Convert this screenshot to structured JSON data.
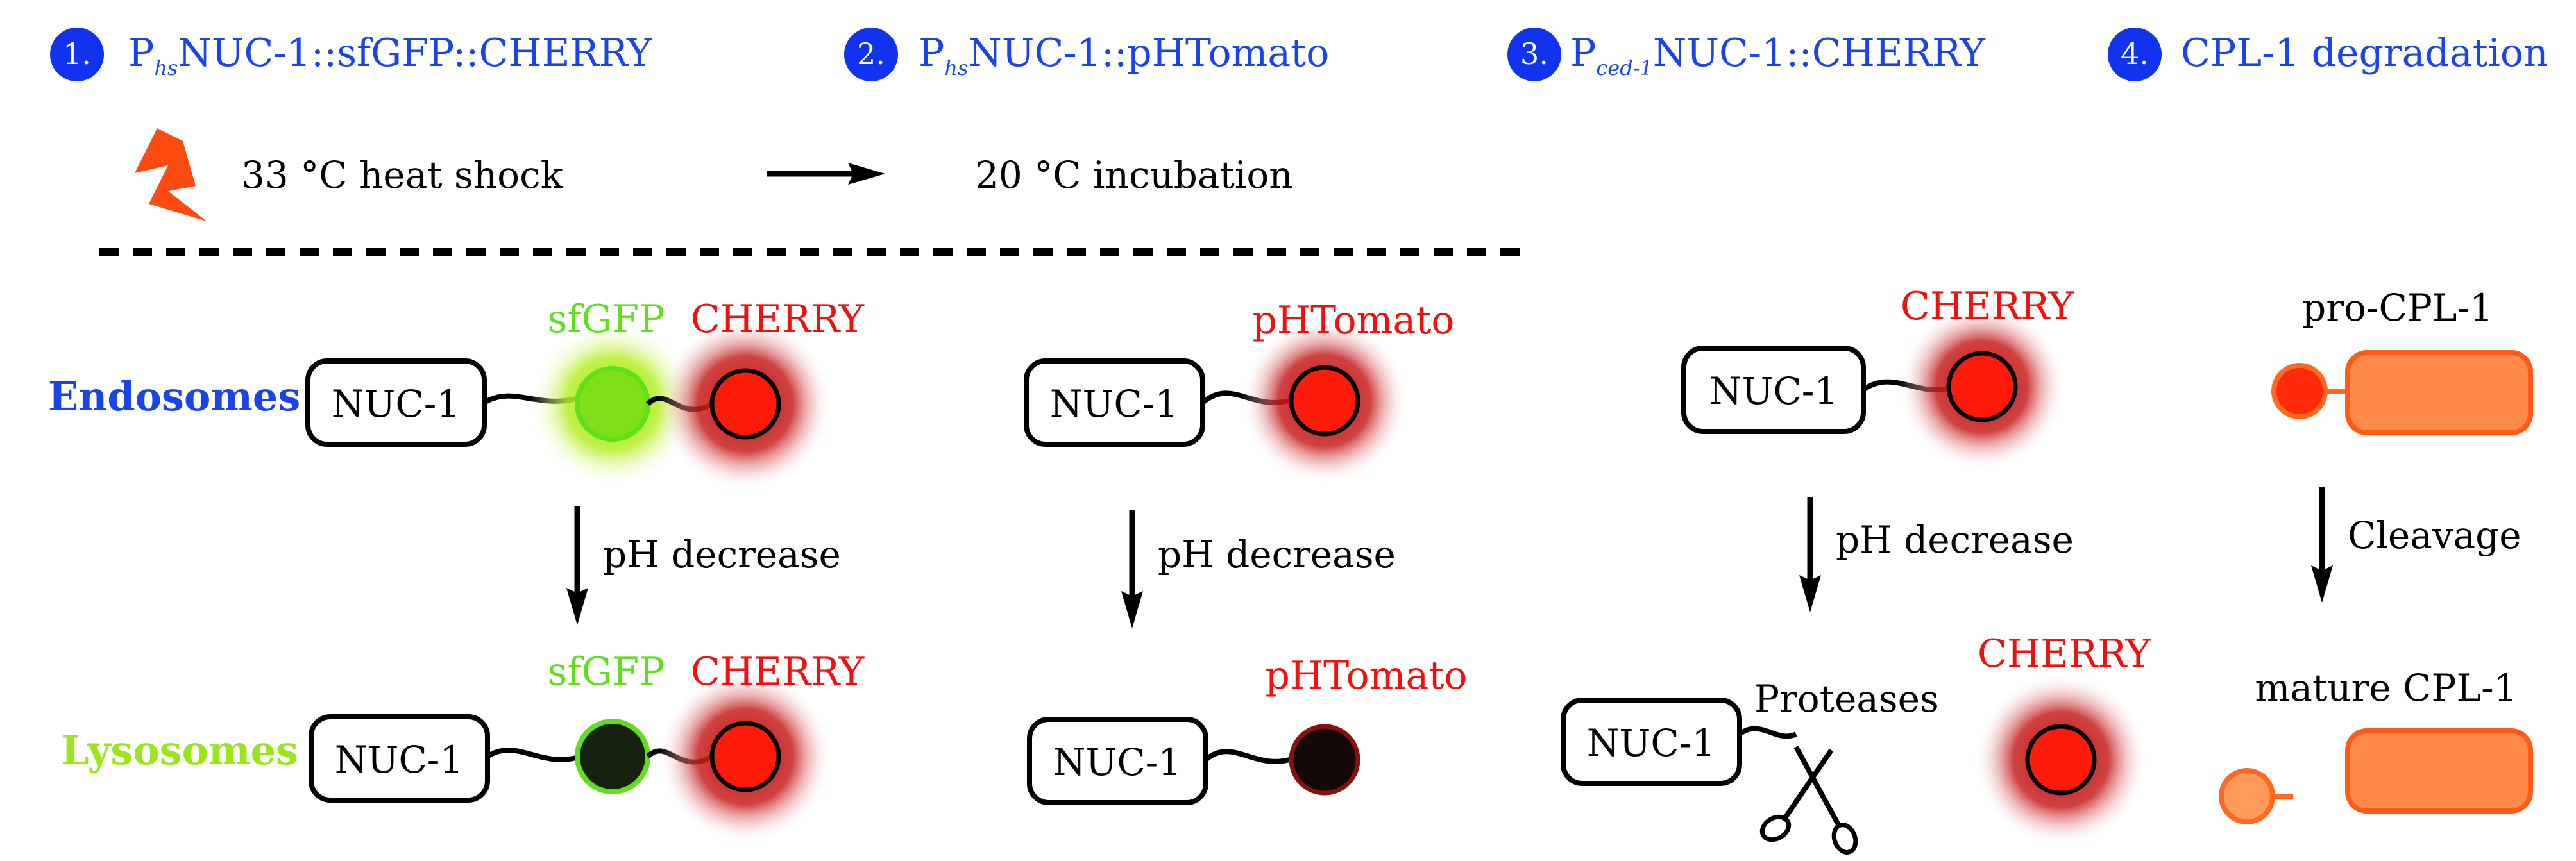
{
  "steps": [
    {
      "number": "1.",
      "label_prefix": "P",
      "label_sub": "hs",
      "label_rest": "NUC-1::sfGFP::CHERRY"
    },
    {
      "number": "2.",
      "label_prefix": "P",
      "label_sub": "hs",
      "label_rest": "NUC-1::pHTomato"
    },
    {
      "number": "3.",
      "label_prefix": "P",
      "label_sub": "ced-1",
      "label_rest": "NUC-1::CHERRY"
    },
    {
      "number": "4.",
      "label_prefix": "",
      "label_sub": "",
      "label_rest": "CPL-1 degradation"
    }
  ],
  "protocol": {
    "heat_shock": "33 °C heat shock",
    "incubation": "20 °C incubation"
  },
  "compartments": {
    "endosomes": "Endosomes",
    "lysosomes": "Lysosomes"
  },
  "labels": {
    "nuc1": "NUC-1",
    "sfgfp": "sfGFP",
    "cherry": "CHERRY",
    "phtomato": "pHTomato",
    "ph_decrease": "pH decrease",
    "proteases": "Proteases",
    "pro_cpl1": "pro-CPL-1",
    "cleavage": "Cleavage",
    "mature_cpl1": "mature CPL-1"
  },
  "colors": {
    "blue_text": "#1a44e6",
    "step_circle": "#1133ee",
    "green": "#5fe01a",
    "lysosome_label": "#9be61a",
    "red": "#ee1111",
    "cherry_fill": "#ff1a0a",
    "orange": "#ff6a20",
    "orange_light": "#ff8a4a",
    "bolt": "#ff4a10"
  },
  "icons": {
    "bolt": "lightning-bolt-icon",
    "scissors": "scissors-icon",
    "arrow": "arrow-icon"
  }
}
